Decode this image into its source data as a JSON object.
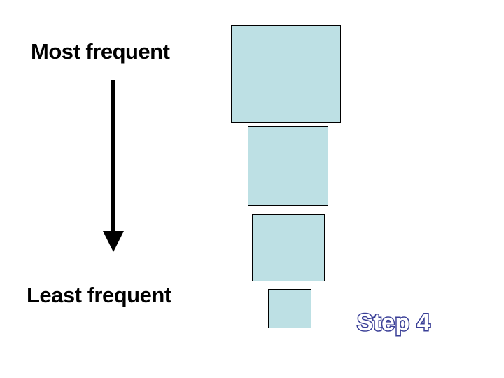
{
  "labels": {
    "top": "Most frequent",
    "bottom": "Least frequent"
  },
  "step": {
    "text": "Step 4"
  },
  "colors": {
    "box_fill": "#bde0e4",
    "box_border": "#000000",
    "arrow": "#000000",
    "step_outline": "#3a3f97",
    "step_fill": "#ffffff"
  },
  "icons": {
    "arrow": "arrow-down-icon"
  }
}
